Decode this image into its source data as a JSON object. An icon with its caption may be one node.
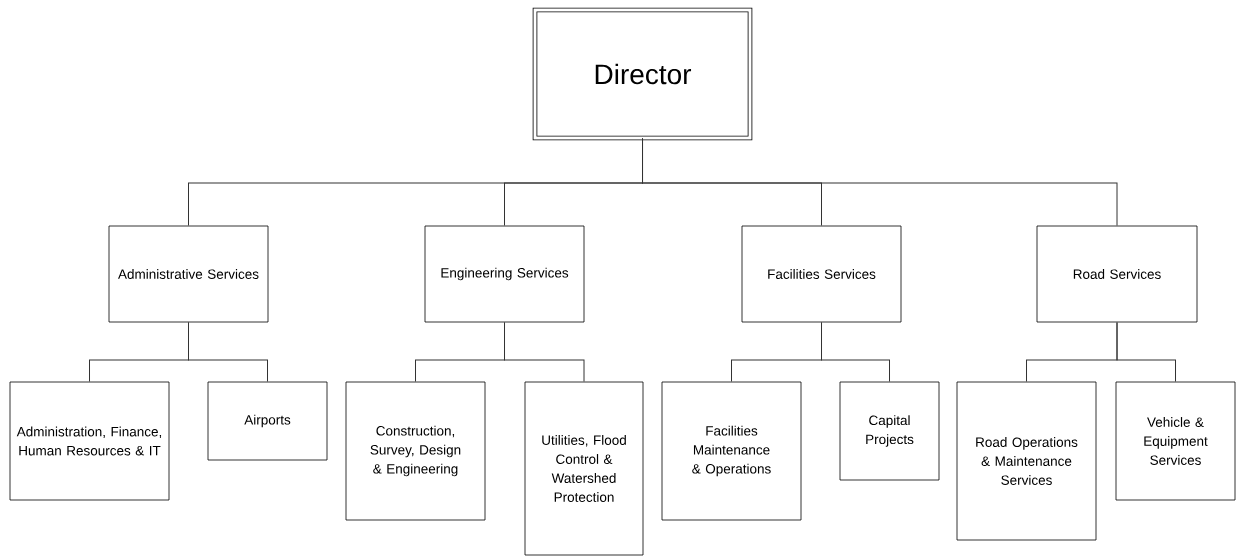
{
  "diagram": {
    "nodes": [
      {
        "text": [
          "Director"
        ]
      },
      {
        "text": [
          "Administrative Services"
        ]
      },
      {
        "text": [
          "Engineering Services"
        ]
      },
      {
        "text": [
          "Facilities Services"
        ]
      },
      {
        "text": [
          "Road Services"
        ]
      },
      {
        "text": [
          "Administration, Finance, Human Resources & IT"
        ]
      },
      {
        "text": [
          "Airports"
        ]
      },
      {
        "text": [
          "Construction, Survey, Design & Engineering"
        ]
      },
      {
        "text": [
          "Utilities, Flood Control & Watershed Protection"
        ]
      },
      {
        "text": [
          "Facilities Maintenance & Operations"
        ]
      },
      {
        "text": [
          "Capital Projects"
        ]
      },
      {
        "text": [
          "Road Operations & Maintenance Services"
        ]
      },
      {
        "text": [
          "Vehicle & Equipment Services"
        ]
      }
    ],
    "edges": [
      {
        "from": 0,
        "to": 1,
        "arrow": "none"
      },
      {
        "from": 0,
        "to": 2,
        "arrow": "none"
      },
      {
        "from": 0,
        "to": 3,
        "arrow": "none"
      },
      {
        "from": 0,
        "to": 4,
        "arrow": "none"
      },
      {
        "from": 1,
        "to": 5,
        "arrow": "none"
      },
      {
        "from": 1,
        "to": 6,
        "arrow": "none"
      },
      {
        "from": 2,
        "to": 7,
        "arrow": "none"
      },
      {
        "from": 2,
        "to": 8,
        "arrow": "none"
      },
      {
        "from": 3,
        "to": 9,
        "arrow": "none"
      },
      {
        "from": 3,
        "to": 10,
        "arrow": "none"
      },
      {
        "from": 4,
        "to": 11,
        "arrow": "none"
      },
      {
        "from": 4,
        "to": 12,
        "arrow": "none"
      }
    ]
  }
}
